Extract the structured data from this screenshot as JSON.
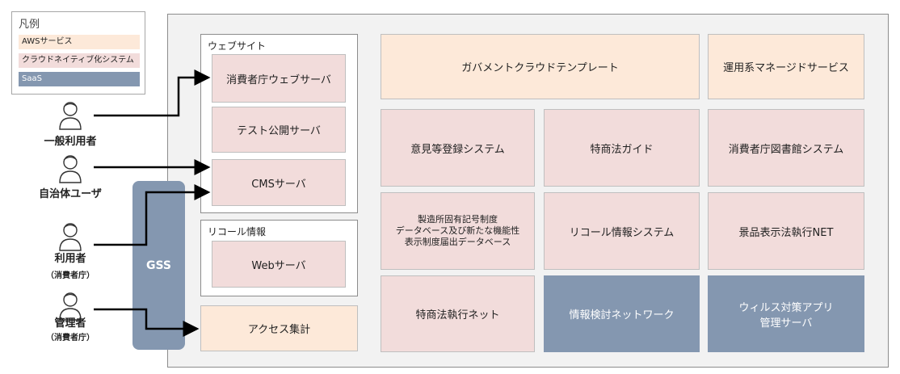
{
  "legend": {
    "title": "凡例",
    "items": [
      {
        "label": "AWSサービス",
        "color": "#fde9d9"
      },
      {
        "label": "クラウドネイティブ化システム",
        "color": "#f2dcdb"
      },
      {
        "label": "SaaS",
        "color": "#8497b0"
      }
    ]
  },
  "users": [
    {
      "label": "一般利用者",
      "sub": ""
    },
    {
      "label": "自治体ユーザ",
      "sub": ""
    },
    {
      "label": "利用者",
      "sub": "（消費者庁）"
    },
    {
      "label": "管理者",
      "sub": "（消費者庁）"
    }
  ],
  "gss": "GSS",
  "website_group": {
    "title": "ウェブサイト",
    "servers": [
      "消費者庁ウェブサーバ",
      "テスト公開サーバ",
      "CMSサーバ"
    ]
  },
  "recall_group": {
    "title": "リコール情報",
    "servers": [
      "Webサーバ"
    ]
  },
  "access_box": "アクセス集計",
  "systems": {
    "gov_cloud_template": "ガバメントクラウドテンプレート",
    "managed_services": "運用系マネージドサービス",
    "opinion_system": "意見等登録システム",
    "tokushoho_guide": "特商法ガイド",
    "library_system": "消費者庁図書館システム",
    "manufacturer_db": "製造所固有記号制度\nデータベース及び新たな機能性\n表示制度届出データベース",
    "recall_system": "リコール情報システム",
    "keihin_net": "景品表示法執行NET",
    "tokushoho_net": "特商法執行ネット",
    "info_network": "情報検討ネットワーク",
    "antivirus_server": "ウィルス対策アプリ\n管理サーバ"
  }
}
